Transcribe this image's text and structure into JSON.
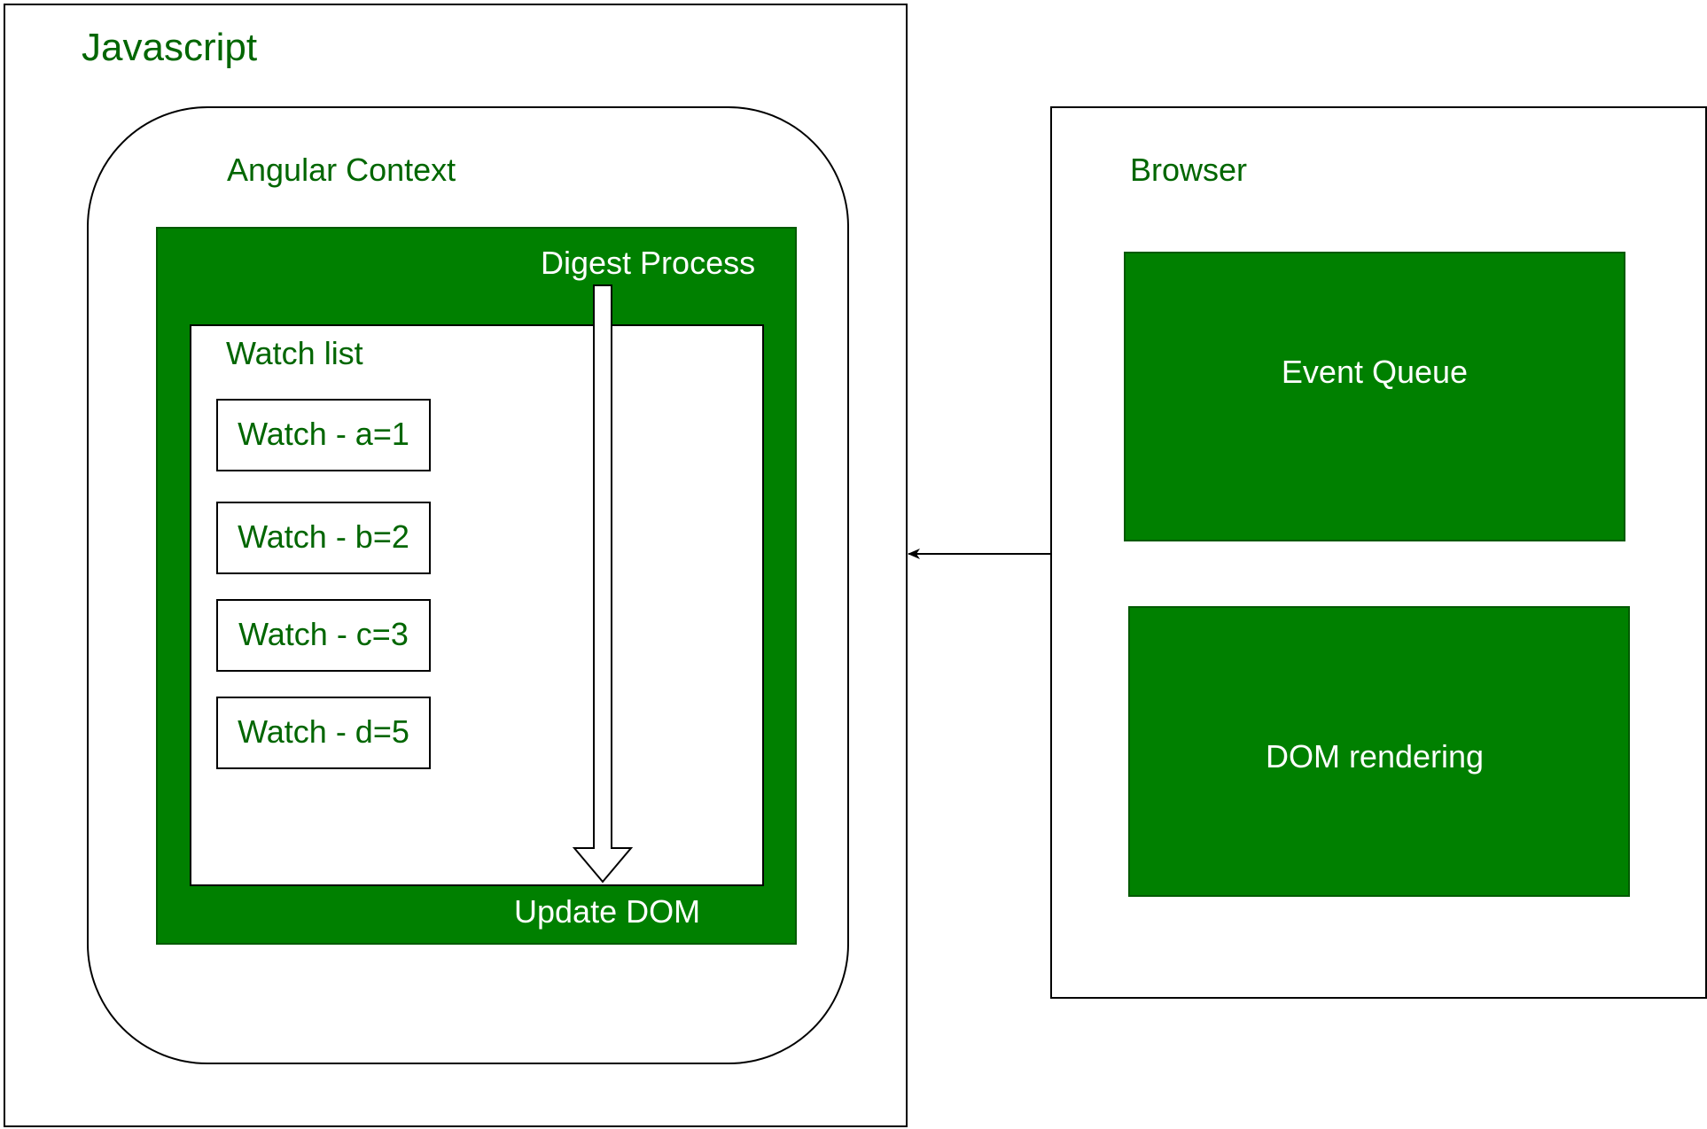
{
  "javascript": {
    "title": "Javascript"
  },
  "angular_context": {
    "title": "Angular Context",
    "digest": {
      "title": "Digest Process",
      "footer": "Update DOM",
      "watch_list": {
        "title": "Watch list",
        "items": [
          {
            "label": "Watch - a=1"
          },
          {
            "label": "Watch - b=2"
          },
          {
            "label": "Watch - c=3"
          },
          {
            "label": "Watch - d=5"
          }
        ]
      }
    }
  },
  "browser": {
    "title": "Browser",
    "boxes": [
      {
        "label": "Event Queue"
      },
      {
        "label": "DOM rendering"
      }
    ]
  },
  "colors": {
    "green_fill": "#008000",
    "green_text": "#006600",
    "stroke": "#000000",
    "white": "#ffffff"
  }
}
